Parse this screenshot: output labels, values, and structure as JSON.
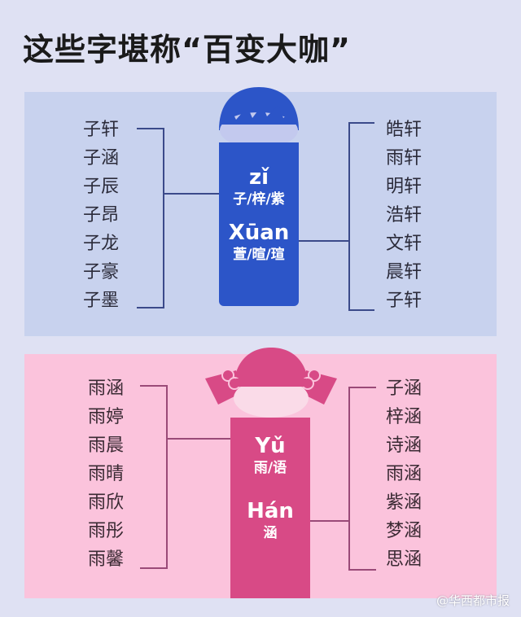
{
  "title": "这些字堪称“百变大咖”",
  "boy": {
    "left_names": [
      "子轩",
      "子涵",
      "子辰",
      "子昂",
      "子龙",
      "子豪",
      "子墨"
    ],
    "right_names": [
      "皓轩",
      "雨轩",
      "明轩",
      "浩轩",
      "文轩",
      "晨轩",
      "子轩"
    ],
    "syllable1": {
      "pinyin": "zǐ",
      "chars": "子/梓/紫"
    },
    "syllable2": {
      "pinyin": "Xūan",
      "chars": "萱/暄/瑄"
    },
    "colors": {
      "panel": "#c8d2ee",
      "tag": "#2c55c8"
    }
  },
  "girl": {
    "left_names": [
      "雨涵",
      "雨婷",
      "雨晨",
      "雨晴",
      "雨欣",
      "雨彤",
      "雨馨"
    ],
    "right_names": [
      "子涵",
      "梓涵",
      "诗涵",
      "雨涵",
      "紫涵",
      "梦涵",
      "思涵"
    ],
    "syllable1": {
      "pinyin": "Yǔ",
      "chars": "雨/语"
    },
    "syllable2": {
      "pinyin": "Hán",
      "chars": "涵"
    },
    "colors": {
      "panel": "#fbc3dc",
      "tag": "#d84a86"
    }
  },
  "watermark": "@华西都市报"
}
